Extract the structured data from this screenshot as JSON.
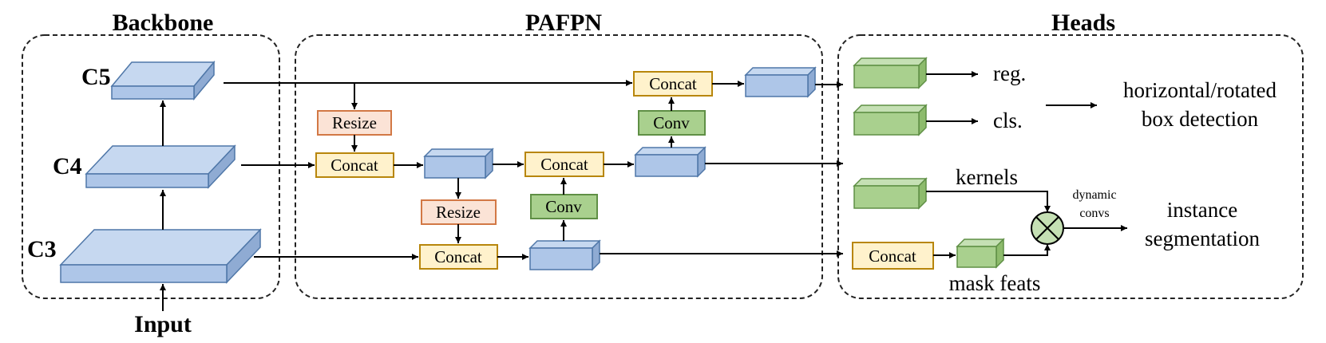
{
  "sections": {
    "backbone": "Backbone",
    "pafpn": "PAFPN",
    "heads": "Heads"
  },
  "backbone": {
    "c5": "C5",
    "c4": "C4",
    "c3": "C3",
    "input": "Input"
  },
  "pafpn": {
    "resize_top": "Resize",
    "resize_mid": "Resize",
    "concat_top_right": "Concat",
    "concat_left": "Concat",
    "concat_mid": "Concat",
    "concat_bottom": "Concat",
    "conv_top": "Conv",
    "conv_mid": "Conv"
  },
  "heads": {
    "reg": "reg.",
    "cls": "cls.",
    "box_detection_line1": "horizontal/rotated",
    "box_detection_line2": "box detection",
    "kernels": "kernels",
    "dynamic_convs_line1": "dynamic",
    "dynamic_convs_line2": "convs",
    "concat": "Concat",
    "mask_feats": "mask feats",
    "instance_seg_line1": "instance",
    "instance_seg_line2": "segmentation"
  },
  "colors": {
    "feature_front": "#aec6e8",
    "feature_top": "#c6d8f0",
    "feature_side": "#8fabd3",
    "feature_stroke": "#4f77a8",
    "head_front": "#a9d08e",
    "head_top": "#c5e0b4",
    "head_side": "#8dbb6c",
    "head_stroke": "#5f8f45",
    "concat_fill": "#fff2cc",
    "concat_stroke": "#b8860b",
    "resize_fill": "#fbe3d6",
    "resize_stroke": "#d27845",
    "conv_fill": "#a9d08e",
    "conv_stroke": "#5f8f45",
    "line": "#000000"
  }
}
